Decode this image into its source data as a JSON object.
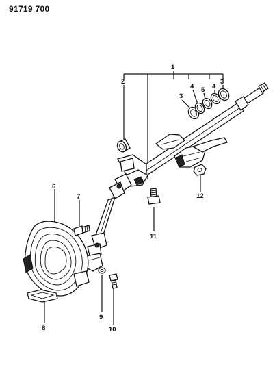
{
  "document_number": "91719 700",
  "callouts": [
    "1",
    "2",
    "3",
    "4",
    "5",
    "4",
    "3",
    "6",
    "7",
    "8",
    "9",
    "10",
    "11",
    "12"
  ]
}
